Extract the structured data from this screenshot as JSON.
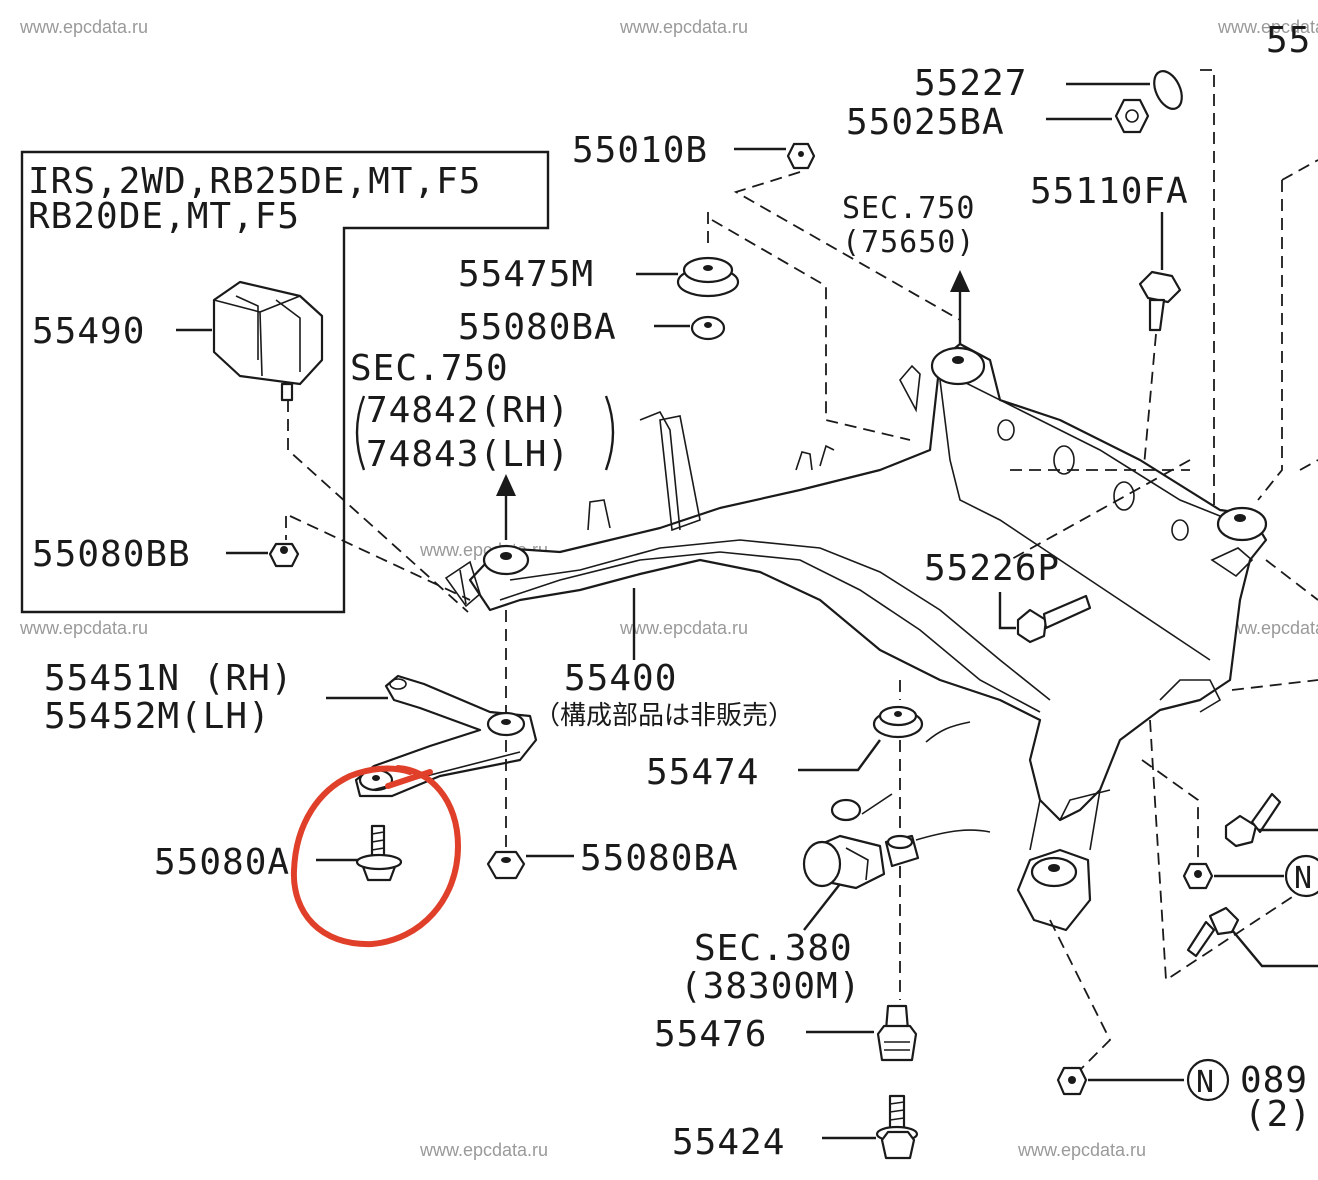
{
  "diagram": {
    "watermark": "www.epcdata.ru",
    "variant_box": {
      "line1": "IRS,2WD,RB25DE,MT,F5",
      "line2": "RB20DE,MT,F5",
      "parts": [
        "55490",
        "55080BB"
      ]
    },
    "labels": {
      "p55227": "55227",
      "p55025BA": "55025BA",
      "p55010B": "55010B",
      "sec750_top": "SEC.750",
      "sec750_top_sub": "(75650)",
      "p55110FA": "55110FA",
      "p55475M": "55475M",
      "p55080BA_top": "55080BA",
      "sec750_left": "SEC.750",
      "sec750_left_rh": "74842(RH)",
      "sec750_left_lh": "74843(LH)",
      "p55226P": "55226P",
      "p55451N": "55451N (RH)",
      "p55452M": "55452M(LH)",
      "p55400": "55400",
      "p55400_note": "（構成部品は非販売）",
      "p55474": "55474",
      "p55080A": "55080A",
      "p55080BA_bottom": "55080BA",
      "sec380": "SEC.380",
      "sec380_sub": "(38300M)",
      "p55476": "55476",
      "p55424": "55424",
      "n_ref": "N",
      "p089_partial": "089",
      "p089_qty": "(2)",
      "top_right_partial": "55"
    },
    "highlight_color": "#e0402a",
    "line_color": "#1a1a1a"
  }
}
